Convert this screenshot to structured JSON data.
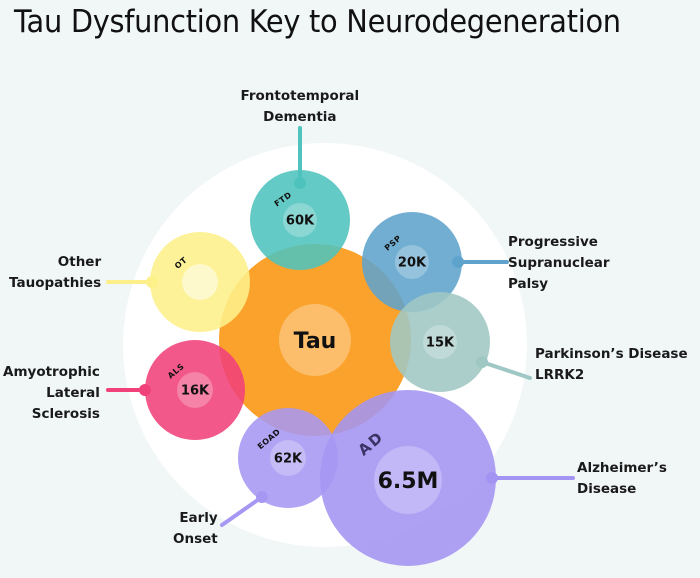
{
  "title": "Tau Dysfunction Key to Neurodegeneration",
  "colors": {
    "background": "#f1f7f7",
    "halo": "#ffffff",
    "tau": "#fba22c",
    "ftd": "#4fc3bd",
    "psp": "#5fa3cc",
    "pd": "#9fc7c4",
    "ot": "#fdf08a",
    "als": "#f0417a",
    "eoad": "#a697f3",
    "ad": "#a394f3"
  },
  "center": {
    "abbr": "Tau"
  },
  "nodes": [
    {
      "id": "ftd",
      "abbr": "FTD",
      "value": "60K",
      "label_lines": [
        "Frontotemporal",
        "Dementia"
      ]
    },
    {
      "id": "psp",
      "abbr": "PSP",
      "value": "20K",
      "label_lines": [
        "Progressive",
        "Supranuclear",
        "Palsy"
      ]
    },
    {
      "id": "pd",
      "abbr": "",
      "value": "15K",
      "label_lines": [
        "Parkinson’s Disease",
        "LRRK2"
      ]
    },
    {
      "id": "ad",
      "abbr": "AD",
      "value": "6.5M",
      "label_lines": [
        "Alzheimer’s",
        "Disease"
      ]
    },
    {
      "id": "eoad",
      "abbr": "EOAD",
      "value": "62K",
      "label_lines": [
        "Early",
        "Onset"
      ]
    },
    {
      "id": "als",
      "abbr": "ALS",
      "value": "16K",
      "label_lines": [
        "Amyotrophic",
        "Lateral",
        "Sclerosis"
      ]
    },
    {
      "id": "ot",
      "abbr": "OT",
      "value": "",
      "label_lines": [
        "Other",
        "Tauopathies"
      ]
    }
  ]
}
